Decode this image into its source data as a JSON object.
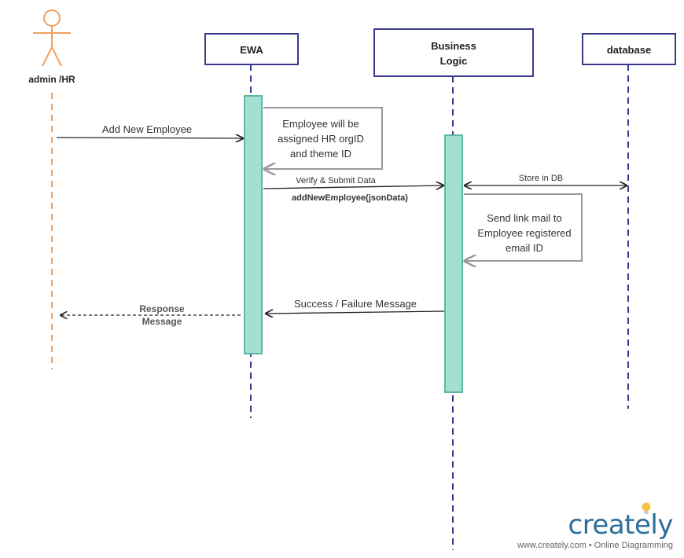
{
  "participants": {
    "actor": "admin /HR",
    "ewa": "EWA",
    "business_line1": "Business",
    "business_line2": "Logic",
    "database": "database"
  },
  "messages": {
    "add_new_employee": "Add New Employee",
    "note_ewa_line1": "Employee will be",
    "note_ewa_line2": "assigned HR orgID",
    "note_ewa_line3": "and theme ID",
    "verify_submit": "Verify & Submit Data",
    "add_new_employee_call": "addNewEmployee(jsonData)",
    "store_in_db": "Store in DB",
    "note_bl_line1": "Send link mail to",
    "note_bl_line2": "Employee registered",
    "note_bl_line3": "email ID",
    "success_failure": "Success / Failure Message",
    "response_line1": "Response",
    "response_line2": "Message"
  },
  "brand": {
    "name": "creately",
    "tagline": "www.creately.com • Online Diagramming"
  },
  "colors": {
    "actor": "#f0a060",
    "box_border": "#3a3a8a",
    "lifeline": "#3a3a8a",
    "activation_fill": "#a3e0d2",
    "activation_border": "#5fb8a4",
    "note_line": "#999999",
    "message_line": "#222222",
    "brand": "#2c6e9b",
    "bulb": "#f5c242"
  }
}
